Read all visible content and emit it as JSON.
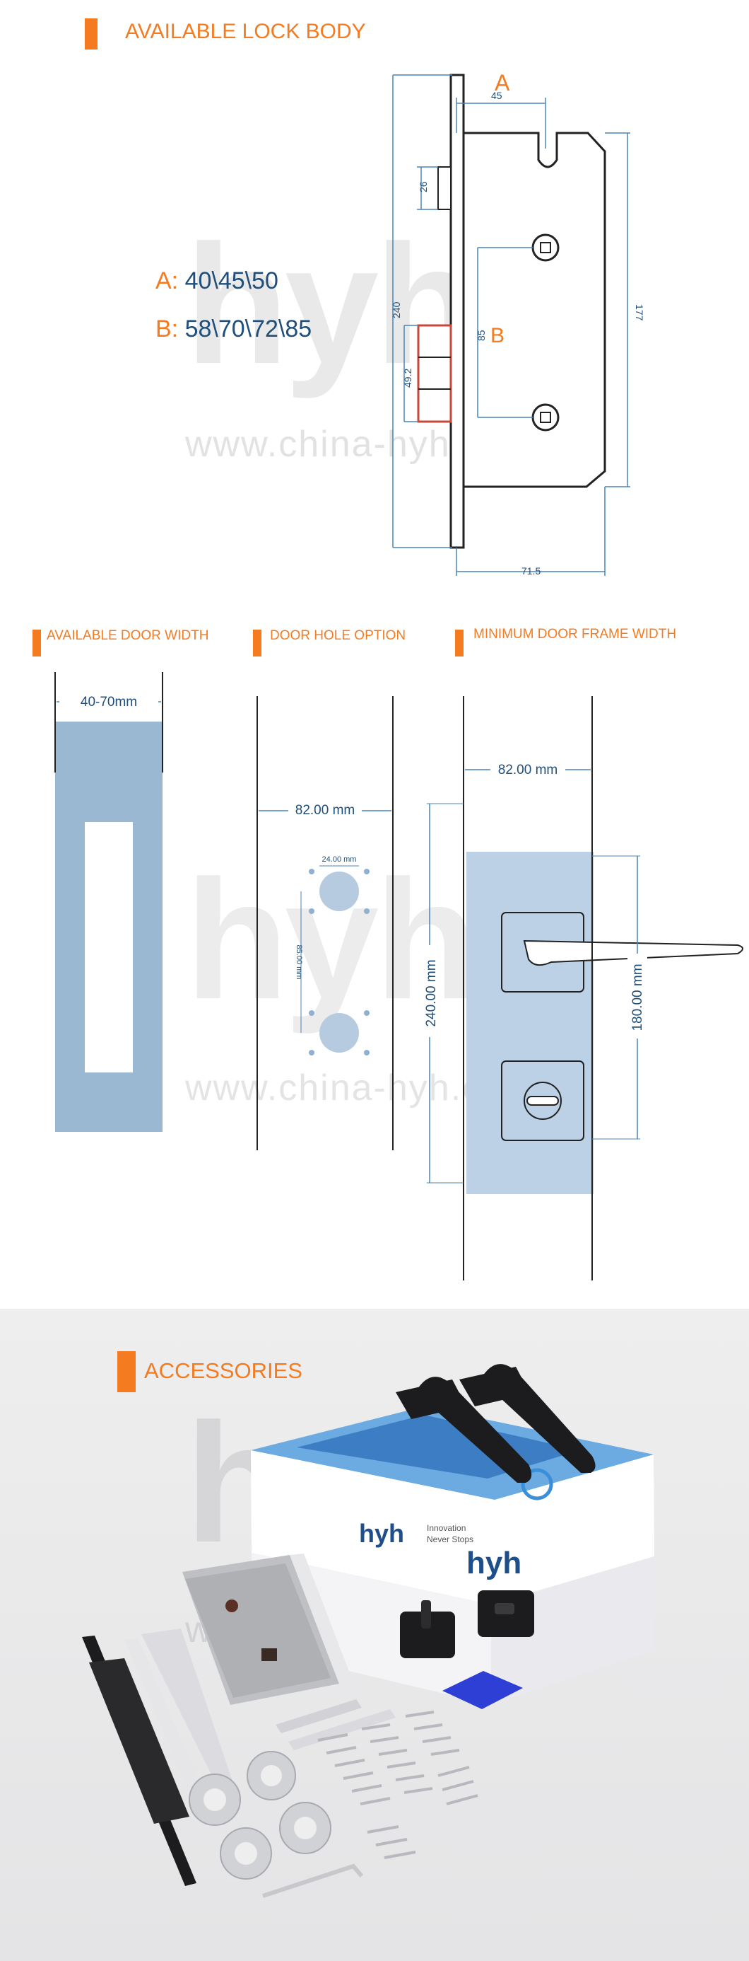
{
  "lock_body": {
    "title": "AVAILABLE LOCK BODY",
    "a_key": "A:",
    "a_values": "40\\45\\50",
    "b_key": "B:",
    "b_values": "58\\70\\72\\85",
    "drawing": {
      "label_a": "A",
      "label_b": "B",
      "dim_45": "45",
      "dim_26": "26",
      "dim_240": "240",
      "dim_177": "177",
      "dim_85": "85",
      "dim_49_2": "49.2",
      "dim_71_5": "71.5"
    }
  },
  "door": {
    "width_title": "AVAILABLE DOOR WIDTH",
    "width_value": "40-70mm",
    "hole_title": "DOOR HOLE OPTION",
    "hole_width": "82.00 mm",
    "hole_diameter": "24.00 mm",
    "hole_spacing": "85.00 mm",
    "frame_title": "MINIMUM DOOR FRAME WIDTH",
    "frame_width": "82.00 mm",
    "frame_height": "240.00 mm",
    "frame_rose_spacing": "180.00 mm"
  },
  "accessories": {
    "title": "ACCESSORIES",
    "box_tagline_1": "Innovation",
    "box_tagline_2": "Never Stops"
  },
  "watermark": {
    "logo": "hyh",
    "url": "www.china-hyh.com"
  },
  "colors": {
    "accent": "#f47b20",
    "dimension_blue": "#1f4f7a",
    "door_blue": "#9bb8d3",
    "watermark": "#d8d8d8"
  }
}
